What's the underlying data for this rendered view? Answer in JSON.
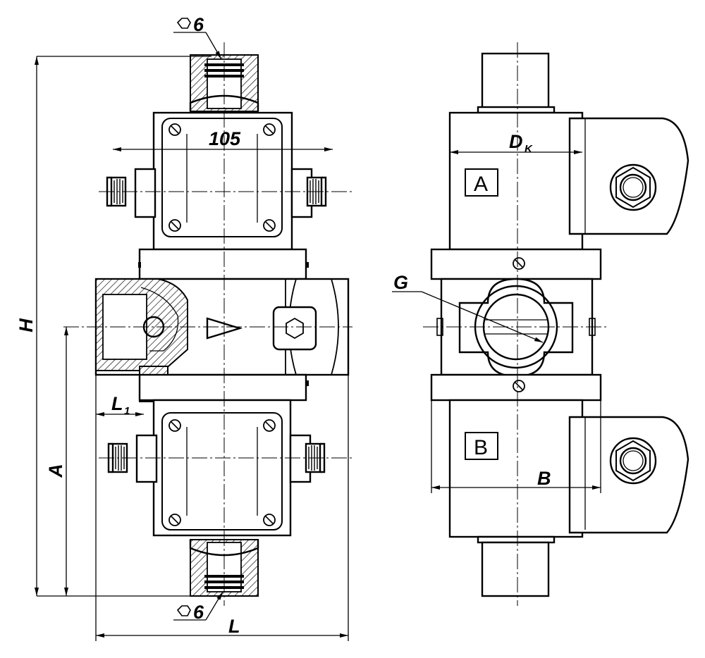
{
  "labels": {
    "hex_top": "6",
    "hex_bottom": "6",
    "dim_105": "105",
    "dim_H": "H",
    "dim_A": "A",
    "dim_L": "L",
    "dim_L1": "L",
    "dim_L1_sub": "1",
    "dim_Dk": "D",
    "dim_Dk_sub": "K",
    "dim_B": "B",
    "dim_G": "G",
    "box_A": "A",
    "box_B": "B"
  },
  "icons": {
    "hex": "hexagon-icon",
    "screw": "slotted-screw-icon",
    "flow": "flow-arrow-icon"
  }
}
